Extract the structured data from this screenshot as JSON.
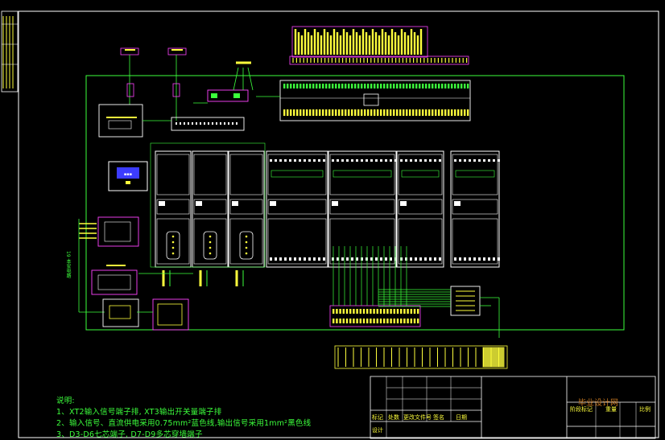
{
  "notes": {
    "heading": "说明:",
    "line1": "1、XT2输入信号端子排, XT3输出开关量端子排",
    "line2": "2、输入信号、直流供电采用0.75mm²蓝色线,输出信号采用1mm²黑色线",
    "line3": "3、D3-D6七芯端子, D7-D9多芯穿墙端子"
  },
  "side_label": "19 本安电路",
  "title_block": {
    "labels": [
      "标记",
      "处数",
      "更改文件号",
      "签名",
      "日期"
    ],
    "row2": "设计",
    "right_labels": [
      "阶段标记",
      "重量",
      "比例"
    ]
  },
  "watermark": "毕业设计网",
  "colors": {
    "background": "#000000",
    "frame": "#ffffff",
    "border": "#c04cff",
    "board": "#3cff3c",
    "terminals": "#ffff3c",
    "modules": "#ffffff",
    "wiring": "#3cff3c",
    "accent": "#ff44ff"
  },
  "icons": [
    "terminal-block-icon",
    "db9-connector-icon",
    "relay-icon"
  ]
}
